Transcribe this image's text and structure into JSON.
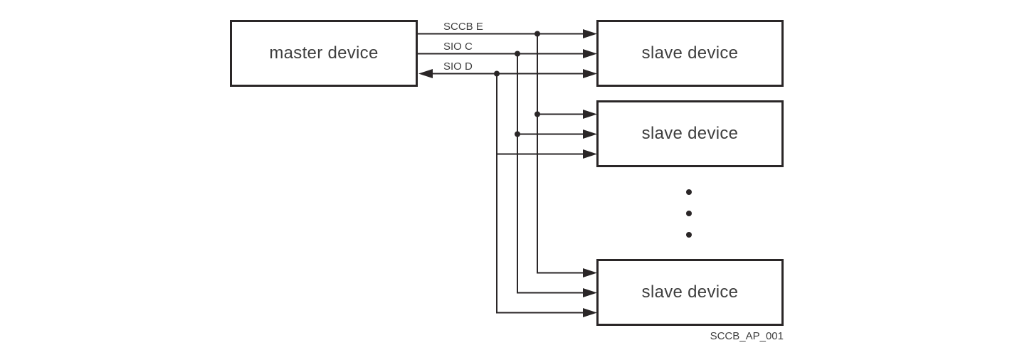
{
  "master": {
    "label": "master device"
  },
  "slaves": [
    {
      "label": "slave device"
    },
    {
      "label": "slave device"
    },
    {
      "label": "slave device"
    }
  ],
  "signals": [
    {
      "label": "SCCB E"
    },
    {
      "label": "SIO C"
    },
    {
      "label": "SIO D"
    }
  ],
  "caption": "SCCB_AP_001",
  "colors": {
    "stroke": "#2a2627",
    "text": "#3f3f3f",
    "background": "#ffffff"
  }
}
